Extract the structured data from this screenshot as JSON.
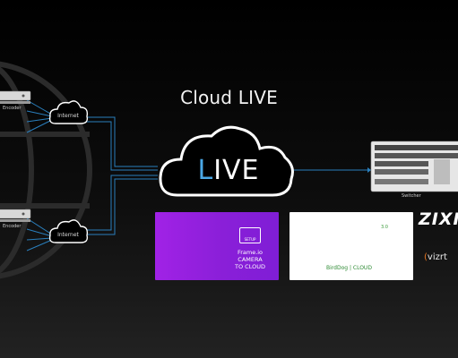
{
  "title": "Cloud LIVE",
  "cloud_label": {
    "accent": "L",
    "rest": "IVE"
  },
  "encoders": [
    {
      "label": "Encoder"
    },
    {
      "label": "Encoder"
    }
  ],
  "internet_nodes": [
    {
      "label": "Internet"
    },
    {
      "label": "Internet"
    }
  ],
  "switcher": {
    "label": "Switcher"
  },
  "partners": {
    "frameio": {
      "badge": "SETUP",
      "line1": "Frame.io",
      "line2": "CAMERA",
      "line3": "TO CLOUD"
    },
    "birddog": {
      "text": "BirdDog | CLOUD",
      "version": "3.0"
    },
    "zixi": "ZIXI",
    "vizrt": {
      "paren_open": "(",
      "name": "vizrt"
    }
  },
  "colors": {
    "connector": "#2a7fbd",
    "accent": "#4aa8e6",
    "frameio_purple": "#8a1fd8",
    "birddog_green": "#3b8f3b",
    "vizrt_orange": "#e87722"
  }
}
